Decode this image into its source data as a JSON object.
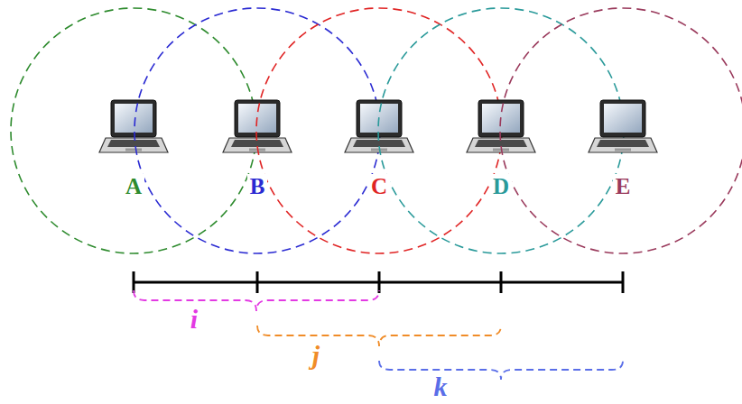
{
  "diagram": {
    "nodes": [
      {
        "text": [
          "A"
        ]
      },
      {
        "text": [
          "B"
        ]
      },
      {
        "text": [
          "C"
        ]
      },
      {
        "text": [
          "D"
        ]
      },
      {
        "text": [
          "E"
        ]
      }
    ],
    "labels": [
      "i",
      "j",
      "k"
    ]
  }
}
